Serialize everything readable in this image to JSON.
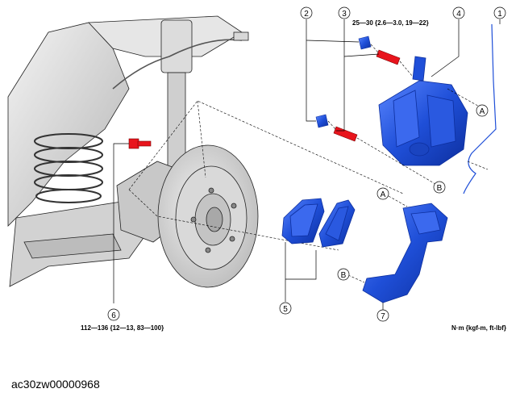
{
  "torques": {
    "upper": "25—30 {2.6—3.0, 19—22}",
    "lower": "112—136 {12—13, 83—100}",
    "unit": "N·m {kgf-m, ft-lbf}"
  },
  "callouts": {
    "c1": "1",
    "c2": "2",
    "c3": "3",
    "c4": "4",
    "c5": "5",
    "c6": "6",
    "c7": "7"
  },
  "letters": {
    "a": "A",
    "b": "B"
  },
  "figure_code": "ac30zw00000968",
  "colors": {
    "part_blue": "#1f4fd8",
    "part_blue_dark": "#0d2f9e",
    "bolt_red": "#e8141c",
    "frame_gray": "#c8c8c8"
  }
}
